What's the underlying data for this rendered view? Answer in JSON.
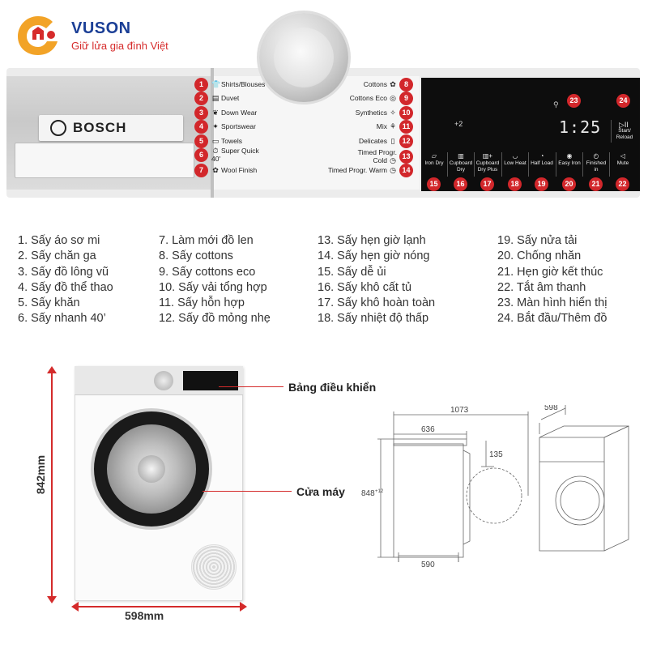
{
  "header": {
    "brand": "VUSON",
    "tagline": "Giữ lửa gia đình Việt",
    "colors": {
      "brand_blue": "#1b3f96",
      "brand_red": "#d62b2b",
      "brand_orange": "#f2a327"
    }
  },
  "panel": {
    "brand": "BOSCH",
    "left_programs": [
      {
        "num": "1",
        "label": "Shirts/Blouses",
        "icon": "shirt-icon",
        "glyph": "👕"
      },
      {
        "num": "2",
        "label": "Duvet",
        "icon": "duvet-icon",
        "glyph": "▤"
      },
      {
        "num": "3",
        "label": "Down Wear",
        "icon": "down-wear-icon",
        "glyph": "❦"
      },
      {
        "num": "4",
        "label": "Sportswear",
        "icon": "sportswear-icon",
        "glyph": "✦"
      },
      {
        "num": "5",
        "label": "Towels",
        "icon": "towels-icon",
        "glyph": "▭"
      },
      {
        "num": "6",
        "label": "Super Quick 40'",
        "icon": "super-quick-icon",
        "glyph": "⏱"
      },
      {
        "num": "7",
        "label": "Wool Finish",
        "icon": "wool-icon",
        "glyph": "✿"
      }
    ],
    "right_programs": [
      {
        "num": "8",
        "label": "Cottons",
        "icon": "cottons-icon",
        "glyph": "✿"
      },
      {
        "num": "9",
        "label": "Cottons Eco",
        "icon": "cottons-eco-icon",
        "glyph": "◎"
      },
      {
        "num": "10",
        "label": "Synthetics",
        "icon": "synthetics-icon",
        "glyph": "✧"
      },
      {
        "num": "11",
        "label": "Mix",
        "icon": "mix-icon",
        "glyph": "⚘"
      },
      {
        "num": "12",
        "label": "Delicates",
        "icon": "delicates-icon",
        "glyph": "▯"
      },
      {
        "num": "13",
        "label": "Timed Progr. Cold",
        "icon": "clock-cold-icon",
        "glyph": "◷"
      },
      {
        "num": "14",
        "label": "Timed Progr. Warm",
        "icon": "clock-warm-icon",
        "glyph": "◷"
      }
    ],
    "display": {
      "extra": "+2",
      "time": "1:25",
      "num_display": "23",
      "num_start": "24",
      "start_label": "Start/ Reload",
      "start_glyph": "▷II"
    },
    "buttons": [
      {
        "num": "15",
        "label": "Iron Dry",
        "icon": "iron-dry-icon",
        "glyph": "▱"
      },
      {
        "num": "16",
        "label": "Cupboard Dry",
        "icon": "cupboard-dry-icon",
        "glyph": "▥"
      },
      {
        "num": "17",
        "label": "Cupboard Dry Plus",
        "icon": "cupboard-dry-plus-icon",
        "glyph": "▥+"
      },
      {
        "num": "18",
        "label": "Low Heat",
        "icon": "low-heat-icon",
        "glyph": "◡"
      },
      {
        "num": "19",
        "label": "Half Load",
        "icon": "half-load-icon",
        "glyph": "◔"
      },
      {
        "num": "20",
        "label": "Easy Iron",
        "icon": "easy-iron-icon",
        "glyph": "◉"
      },
      {
        "num": "21",
        "label": "Finished in",
        "icon": "finished-in-icon",
        "glyph": "◴"
      },
      {
        "num": "22",
        "label": "Mute",
        "icon": "mute-icon",
        "glyph": "◁"
      }
    ],
    "colors": {
      "badge_red": "#d2272b",
      "display_bg": "#0d0d0d"
    }
  },
  "legend": [
    [
      "1. Sấy áo sơ mi",
      "2. Sấy chăn ga",
      "3. Sấy đồ lông vũ",
      "4. Sấy đồ thể thao",
      "5. Sấy khăn",
      "6. Sấy nhanh 40’"
    ],
    [
      "7. Làm mới đồ len",
      "8. Sấy cottons",
      "9. Sấy cottons eco",
      "10. Sấy vải tổng hợp",
      "11. Sấy hỗn hợp",
      "12. Sấy đồ mỏng nhẹ"
    ],
    [
      "13. Sấy hẹn giờ lạnh",
      "14. Sấy hẹn giờ nóng",
      "15. Sấy dễ ủi",
      "16. Sấy khô cất tủ",
      "17. Sấy khô hoàn toàn",
      "18. Sấy nhiệt độ thấp"
    ],
    [
      "19. Sấy nửa tải",
      "20. Chống nhăn",
      "21. Hẹn giờ kết thúc",
      "22. Tắt âm thanh",
      "23. Màn hình hiển thị",
      "24. Bắt đầu/Thêm đồ"
    ]
  ],
  "front_view": {
    "height_label": "842mm",
    "width_label": "598mm",
    "callout_panel": "Bảng điều khiển",
    "callout_door": "Cửa máy",
    "accent_color": "#d42b2b"
  },
  "dimensions": {
    "total_depth": "1073",
    "depth_body": "636",
    "door_offset": "135",
    "height": "848",
    "height_tol": "+12",
    "foot_depth": "590",
    "width": "598"
  }
}
